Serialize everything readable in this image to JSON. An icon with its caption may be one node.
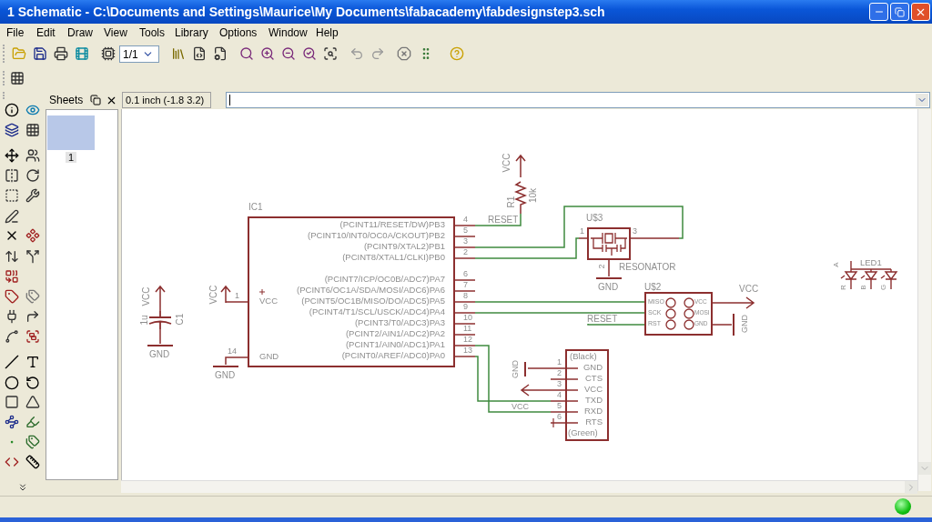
{
  "diagram": {
    "title": "1 Schematic - C:\\Documents and Settings\\Maurice\\My Documents\\fabacademy\\fabdesignstep3.sch",
    "nodes": [
      {
        "text": [
          "IC1",
          "(PCINT11/RESET/DW)PB3",
          "(PCINT10/INT0/OC0A/CKOUT)PB2",
          "(PCINT9/XTAL2)PB1",
          "(PCINT8/XTAL1/CLKI)PB0",
          "(PCINT7/ICP/OC0B/ADC7)PA7",
          "(PCINT6/OC1A/SDA/MOSI/ADC6)PA6",
          "(PCINT5/OC1B/MISO/DO/ADC5)PA5",
          "(PCINT4/T1/SCL/USCK/ADC4)PA4",
          "(PCINT3/T0/ADC3)PA3",
          "(PCINT2/AIN1/ADC2)PA2",
          "(PCINT1/AIN0/ADC1)PA1",
          "(PCINT0/AREF/ADC0)PA0",
          "VCC",
          "GND"
        ],
        "beside": [
          "4",
          "5",
          "3",
          "2",
          "6",
          "7",
          "8",
          "9",
          "10",
          "11",
          "12",
          "13",
          "1",
          "14"
        ]
      },
      {
        "text": [
          "VCC"
        ]
      },
      {
        "text": [
          "R1",
          "10k"
        ]
      },
      {
        "text": [
          "U$3",
          "1",
          "3",
          "2",
          "RESONATOR"
        ]
      },
      {
        "text": [
          "GND"
        ]
      },
      {
        "text": [
          "U$2",
          "MISO",
          "VCC",
          "SCK",
          "MOSI",
          "RST",
          "GND"
        ]
      },
      {
        "text": [
          "VCC"
        ]
      },
      {
        "text": [
          "GND"
        ]
      },
      {
        "text": [
          "RESET"
        ]
      },
      {
        "text": [
          "(Black)",
          "GND",
          "CTS",
          "VCC",
          "TXD",
          "RXD",
          "RTS",
          "(Green)"
        ],
        "beside": [
          "1",
          "2",
          "3",
          "4",
          "5",
          "6"
        ]
      },
      {
        "text": [
          "GND"
        ]
      },
      {
        "text": [],
        "shape": "arrow",
        "beside": [
          "VCC"
        ]
      },
      {
        "text": [
          "VCC"
        ]
      },
      {
        "text": [
          "C1",
          "1u"
        ]
      },
      {
        "text": [
          "GND"
        ]
      },
      {
        "text": [
          "VCC"
        ]
      },
      {
        "text": [
          "GND"
        ]
      },
      {
        "text": [
          "LED1",
          "A",
          "R",
          "B",
          "G"
        ]
      }
    ],
    "edges": [
      {
        "from": 0,
        "to": 2,
        "arrow": "none",
        "label": "RESET",
        "color": "#3f8a3f"
      },
      {
        "from": 2,
        "to": 1,
        "arrow": "none"
      },
      {
        "from": 0,
        "to": 3,
        "arrow": "none",
        "color": "#3f8a3f"
      },
      {
        "from": 0,
        "to": 3,
        "arrow": "none",
        "color": "#3f8a3f"
      },
      {
        "from": 3,
        "to": 4,
        "arrow": "none"
      },
      {
        "from": 0,
        "to": 5,
        "arrow": "none",
        "color": "#3f8a3f"
      },
      {
        "from": 0,
        "to": 5,
        "arrow": "none",
        "color": "#3f8a3f"
      },
      {
        "from": 8,
        "to": 5,
        "arrow": "none",
        "color": "#3f8a3f"
      },
      {
        "from": 5,
        "to": 6,
        "arrow": "none"
      },
      {
        "from": 5,
        "to": 7,
        "arrow": "none"
      },
      {
        "from": 0,
        "to": 9,
        "arrow": "none",
        "color": "#3f8a3f"
      },
      {
        "from": 0,
        "to": 9,
        "arrow": "none",
        "color": "#3f8a3f"
      },
      {
        "from": 9,
        "to": 10,
        "arrow": "none"
      },
      {
        "from": 9,
        "to": 11,
        "arrow": "none"
      },
      {
        "from": 12,
        "to": 13,
        "arrow": "none"
      },
      {
        "from": 13,
        "to": 14,
        "arrow": "none"
      },
      {
        "from": 15,
        "to": 0,
        "arrow": "none"
      },
      {
        "from": 0,
        "to": 16,
        "arrow": "none"
      }
    ],
    "labels": [
      "File",
      "Edit",
      "Draw",
      "View",
      "Tools",
      "Library",
      "Options",
      "Window",
      "Help",
      "1/1",
      "Sheets",
      "1",
      "0.1 inch (-1.8 3.2)"
    ]
  }
}
